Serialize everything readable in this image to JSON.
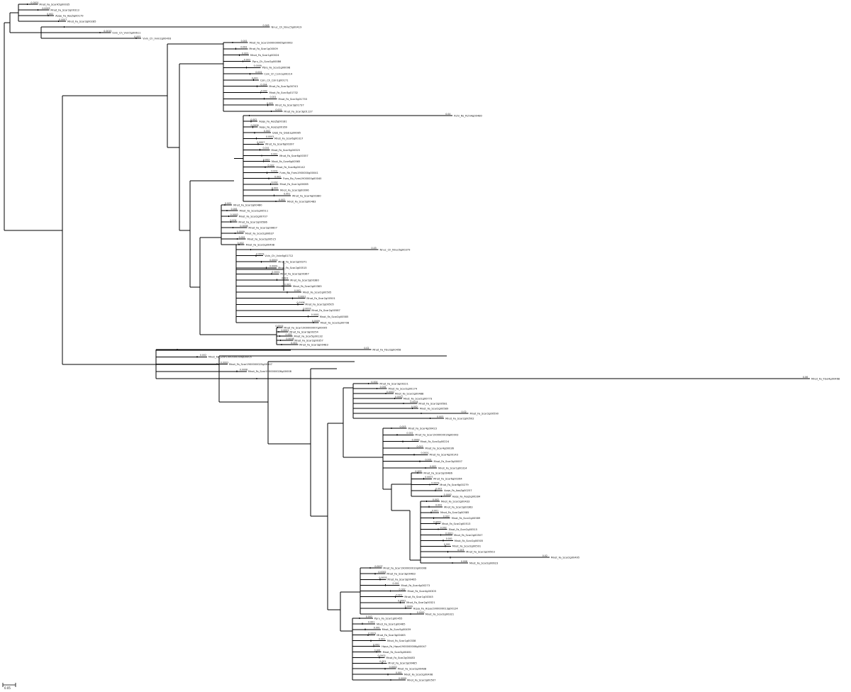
{
  "tree": {
    "scale_bar": {
      "label": "0.05"
    },
    "clades": [
      {
        "id": "c1",
        "leaves": [
          {
            "label": "Mnot_Fa_ScarA5g00035",
            "support": "0.0001"
          },
          {
            "label": "Mnot_Fa_Scar2g00313",
            "support": "0.0003"
          },
          {
            "label": "Aoqe_Fa_Aoq5g00179",
            "support": "0.002"
          },
          {
            "label": "Mnot_Fa_Scar3g00285",
            "support": "0.0007"
          }
        ]
      },
      {
        "id": "c2",
        "leaves": [
          {
            "label": "Nnuc_Ch_Nnuc5g00419",
            "support": "0.045"
          },
          {
            "label": "Vvin_Ch_Vvin5g00611",
            "support": "0.0015"
          },
          {
            "label": "Vvin_Ch_Vvin2g00493",
            "support": "0.005"
          }
        ]
      },
      {
        "id": "c3",
        "leaves": [
          {
            "label": "Mnot_Fa_Scar1900000065g00003",
            "support": "0.001"
          },
          {
            "label": "Mnot_Fa_Scar1g00009",
            "support": "0.002"
          },
          {
            "label": "Mnot_Fa_Scar1g00024",
            "support": "0.003"
          },
          {
            "label": "Ppru_Ch_Scar2g00086",
            "support": "0.003"
          },
          {
            "label": "Pbre_Fa_Scar2g00098",
            "support": "0.0009"
          },
          {
            "label": "Csin_Ch_Csin1g00214",
            "support": "0.001"
          },
          {
            "label": "Csin_Ch_Csin1g00171",
            "support": "0.001"
          },
          {
            "label": "Mnot_Fa_Scar3g00743",
            "support": "0.004"
          },
          {
            "label": "Mnot_Fa_Scar3g01732",
            "support": "0.002"
          },
          {
            "label": "Mnot_Fa_Scar3g01733",
            "support": "0.001"
          },
          {
            "label": "Mnot_Fa_Scar3g01737",
            "support": "0.002"
          },
          {
            "label": "Mnot_Fa_Scar3g01127",
            "support": "0.001"
          }
        ]
      },
      {
        "id": "c4",
        "leaves": [
          {
            "label": "Rchi_Ro_Rchi4g00480",
            "support": "0.04"
          },
          {
            "label": "Aoqe_Fa_Aoq5g00181",
            "support": "0.002"
          },
          {
            "label": "Aoqe_Fa_Aoq1g00169",
            "support": "0.0008"
          },
          {
            "label": "Qlob_Fa_Qlob1g00085",
            "support": "0.002"
          },
          {
            "label": "Mnot_Fa_Scar6g00317",
            "support": "0.0003"
          },
          {
            "label": "Mnot_Fa_Scar6g00397",
            "support": "0.0007"
          },
          {
            "label": "Mnot_Fa_Scar5g00325",
            "support": "0.001"
          },
          {
            "label": "Mnot_Fa_Scar6g00357",
            "support": "0.002"
          },
          {
            "label": "Mnot_Fa_Scar6g00565",
            "support": "0.003"
          },
          {
            "label": "Mnot_Fa_Scar6g00142",
            "support": "0.002"
          },
          {
            "label": "Fves_Ro_Fves1900000g00041",
            "support": "0.001"
          },
          {
            "label": "Fves_Ro_Fves1900000g00040",
            "support": "0.002"
          },
          {
            "label": "Mnot_Fa_Scar1g00085",
            "support": "0.002"
          },
          {
            "label": "Mnot_Fa_Scar3g00096",
            "support": "0.002"
          },
          {
            "label": "Mnot_Fa_Scar4g00380",
            "support": "0.001"
          },
          {
            "label": "Mnot_Fa_Scar3g00483",
            "support": "0.002"
          }
        ]
      },
      {
        "id": "c5",
        "leaves": [
          {
            "label": "Mnot_Fa_Scar2g00480",
            "support": "0.002"
          },
          {
            "label": "Mnot_Fa_Scar2g00511",
            "support": "0.001"
          },
          {
            "label": "Mnot_Fa_Scar2g00707",
            "support": "0.0002"
          },
          {
            "label": "Mnot_Fa_Scar2g00586",
            "support": "0.004"
          },
          {
            "label": "Mnot_Fa_Scar2g00607",
            "support": "0.0008"
          },
          {
            "label": "Mnot_Fa_Scar2g00637",
            "support": "0.0009"
          },
          {
            "label": "Mnot_Fa_Scar2g00515",
            "support": "0.001"
          },
          {
            "label": "Mnot_Fa_Scar2g00498",
            "support": "0.002"
          }
        ]
      },
      {
        "id": "c6",
        "leaves": [
          {
            "label": "Nnuc_Ch_Nnuc6g00379",
            "support": "0.03"
          },
          {
            "label": "Vvin_Ch_Vvin6g01712",
            "support": "0.0009"
          },
          {
            "label": "Mnot_Fa_Scar2g00371",
            "support": "0.0004"
          },
          {
            "label": "Mnot_Fa_Scar2g00515",
            "support": "0.0009"
          },
          {
            "label": "Mnot_Fa_Scar2g00367",
            "support": "0.0002"
          },
          {
            "label": "Mnot_Fa_Scar2g00380",
            "support": "0.003"
          },
          {
            "label": "Mnot_Fa_Scar2g00383",
            "support": "0.002"
          },
          {
            "label": "Mnot_Fa_Scar2g00505",
            "support": "0.002"
          },
          {
            "label": "Mnot_Fa_Scar2g00501",
            "support": "0.0001"
          },
          {
            "label": "Mnot_Fa_Scar2g00505",
            "support": "0.0008"
          },
          {
            "label": "Mnot_Fa_Scar2g00587",
            "support": "0.0003"
          },
          {
            "label": "Mnot_Fa_Scar2g00585",
            "support": "0.0001"
          },
          {
            "label": "Mnot_Fa_Scar2g00708",
            "support": "0.0009"
          }
        ]
      },
      {
        "id": "c7",
        "leaves": [
          {
            "label": "Mnot_Fa_Scar1900000007g00005",
            "support": "0.0002"
          },
          {
            "label": "Mnot_Fa_Scar3g00254",
            "support": "0.0001"
          },
          {
            "label": "Mnot_Fa_Scar5g00132",
            "support": "0.002"
          },
          {
            "label": "Mnot_Fa_Scar2g00357",
            "support": "0.0008"
          },
          {
            "label": "Mnot_Fa_Scar3g00483",
            "support": "0.001"
          }
        ]
      },
      {
        "id": "c8",
        "leaves": [
          {
            "label": "Mnot_Fa_Fbul3g00458",
            "support": "0.02"
          },
          {
            "label": "Mnot_Fa_Scar1900000009g00005",
            "support": "0.002"
          },
          {
            "label": "Mnot_Fa_Scar1900000025g00007",
            "support": "0.0003"
          },
          {
            "label": "Mnot_Fa_Scar1900000026g00008",
            "support": "0.0008"
          },
          {
            "label": "Mnot_Fa_Fbul4g00468",
            "support": "0.06"
          }
        ]
      },
      {
        "id": "c9",
        "leaves": [
          {
            "label": "Mnot_Fa_Scar3g00221",
            "support": "0.002"
          },
          {
            "label": "Mnot_Fa_Scar2g00174",
            "support": "0.001"
          },
          {
            "label": "Mnot_Fa_Scar2g00488",
            "support": "0.0002"
          },
          {
            "label": "Mnot_Fa_Scar2g00773",
            "support": "0.0002"
          },
          {
            "label": "Mnot_Fa_Scar2g00581",
            "support": "0.0004"
          },
          {
            "label": "Mnot_Fa_Scar2g00589",
            "support": "0.002"
          },
          {
            "label": "Mnot_Fa_Scar2g00590",
            "support": "0.02"
          },
          {
            "label": "Mnot_Fa_Scar2g00502",
            "support": "0.003"
          }
        ]
      },
      {
        "id": "c10",
        "leaves": [
          {
            "label": "Mnot_Fa_Scar4g00423",
            "support": "0.003"
          },
          {
            "label": "Mnot_Fa_Scar1900000016g00003",
            "support": "0.002"
          },
          {
            "label": "Mnot_Fa_Scar2g00224",
            "support": "0.0002"
          },
          {
            "label": "Mnot_Fa_Scar4g00036",
            "support": "0.002"
          },
          {
            "label": "Mnot_Fa_Scar4g00143",
            "support": "0.0001"
          },
          {
            "label": "Mnot_Fa_Scar3g00007",
            "support": "0.001"
          },
          {
            "label": "Mnot_Fa_Scar1g00314",
            "support": "0.002"
          }
        ]
      },
      {
        "id": "c11",
        "leaves": [
          {
            "label": "Mnot_Fa_Scar2g00486",
            "support": "0.003"
          },
          {
            "label": "Mnot_Fa_Scar6g00264",
            "support": "0.0007"
          },
          {
            "label": "Mnot_Fa_Scar6g00279",
            "support": "0.0009"
          },
          {
            "label": "Aoqe_Fa_Aoq3g00257",
            "support": "0.003"
          },
          {
            "label": "Aoqe_Fa_Aoq3g00284",
            "support": "0.0002"
          }
        ]
      },
      {
        "id": "c12",
        "leaves": [
          {
            "label": "Mnot_Fa_Scar2g00433",
            "support": "0.002"
          },
          {
            "label": "Mnot_Fa_Scar2g00363",
            "support": "0.002"
          },
          {
            "label": "Mnot_Fa_Scar2g00585",
            "support": "0.001"
          },
          {
            "label": "Mnot_Fa_Scar2g00589",
            "support": "0.002"
          },
          {
            "label": "Mnot_Fa_Scar2g00513",
            "support": "0.0002"
          },
          {
            "label": "Mnot_Fa_Scar2g00515",
            "support": "0.002"
          },
          {
            "label": "Mnot_Fa_Scar2g00507",
            "support": "0.0001"
          },
          {
            "label": "Mnot_Fa_Scar2g00505",
            "support": "0.001"
          },
          {
            "label": "Mnot_Fa_Scar2g00501",
            "support": "0.001"
          },
          {
            "label": "Mnot_Fa_Scar2g00503",
            "support": "0.003"
          },
          {
            "label": "Mnot_Fa_Scar2g00495",
            "support": "0.02"
          },
          {
            "label": "Mnot_Fa_Scar2g00623",
            "support": "0.006"
          }
        ]
      },
      {
        "id": "c13",
        "leaves": [
          {
            "label": "Mnot_Fa_Scar1900000010g00008",
            "support": "0.0007"
          },
          {
            "label": "Mnot_Fa_Scar3g00483",
            "support": "0.0002"
          },
          {
            "label": "Mnot_Fa_Scar3g00465",
            "support": "0.0003"
          },
          {
            "label": "Mnot_Fa_Scar4g00273",
            "support": "0.001"
          },
          {
            "label": "Mnot_Fa_Scar4g00305",
            "support": "0.002"
          },
          {
            "label": "Mnot_Fa_Scar1g00345",
            "support": "0.001"
          },
          {
            "label": "Mnot_Fa_Scar2g00321",
            "support": "0.0002"
          },
          {
            "label": "Hqua_Fa_Hqua1900000013g00124",
            "support": "0.0009"
          },
          {
            "label": "Mnot_Fa_Scar2g00321",
            "support": "0.0001"
          }
        ]
      },
      {
        "id": "c14",
        "leaves": [
          {
            "label": "Ppru_Fa_Scar1g00455",
            "support": "0.002"
          },
          {
            "label": "Mnot_Fa_Scar1g00465",
            "support": "0.001"
          },
          {
            "label": "Mnot_Fa_Scar5g00459",
            "support": "0.001"
          },
          {
            "label": "Mnot_Fa_Scar3g00463",
            "support": "0.0002"
          },
          {
            "label": "Mnot_Fa_Scar1g00338",
            "support": "0.001"
          },
          {
            "label": "Hqua_Fa_Hqua1900000006g00047",
            "support": "0.002"
          },
          {
            "label": "Mnot_Fa_Scar3g00481",
            "support": "0.001"
          },
          {
            "label": "Mnot_Fa_Scar2g00483",
            "support": "0.0002"
          },
          {
            "label": "Mnot_Fa_Scar2g00485",
            "support": "0.001"
          },
          {
            "label": "Mnot_Fa_Scar2g00488",
            "support": "0.0002"
          },
          {
            "label": "Mnot_Fa_Scar2g00498",
            "support": "0.001"
          },
          {
            "label": "Mnot_Fa_Scar2g00507",
            "support": "0.0009"
          }
        ]
      }
    ]
  }
}
